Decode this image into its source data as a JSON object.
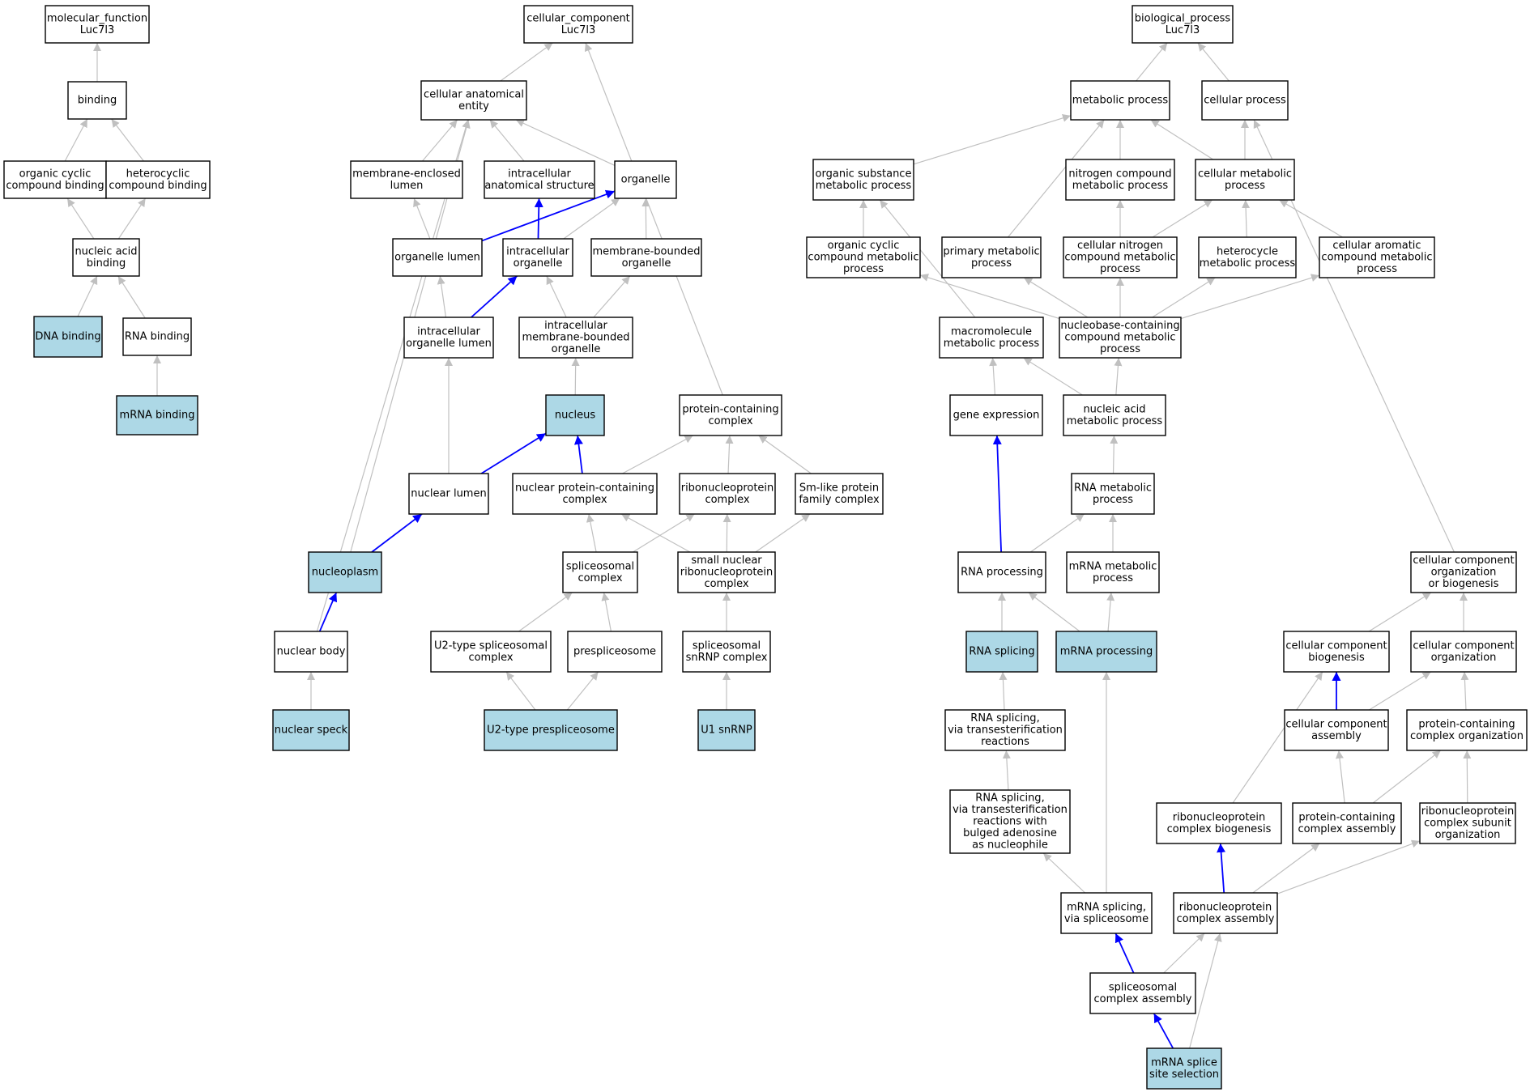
{
  "colors": {
    "highlight": "#add8e6",
    "plain": "#ffffff",
    "edge": "#c0c0c0",
    "edge_strong": "#0000ff"
  },
  "nodes": [
    {
      "id": "mf",
      "label": [
        "molecular_function",
        "Luc7l3"
      ]
    },
    {
      "id": "binding",
      "label": [
        "binding"
      ]
    },
    {
      "id": "orgcyc_bind",
      "label": [
        "organic cyclic",
        "compound binding"
      ]
    },
    {
      "id": "hetcyc_bind",
      "label": [
        "heterocyclic",
        "compound binding"
      ]
    },
    {
      "id": "na_bind",
      "label": [
        "nucleic acid",
        "binding"
      ]
    },
    {
      "id": "dna_bind",
      "label": [
        "DNA binding"
      ],
      "hl": true
    },
    {
      "id": "rna_bind",
      "label": [
        "RNA binding"
      ]
    },
    {
      "id": "mrna_bind",
      "label": [
        "mRNA binding"
      ],
      "hl": true
    },
    {
      "id": "cc",
      "label": [
        "cellular_component",
        "Luc7l3"
      ]
    },
    {
      "id": "cae",
      "label": [
        "cellular anatomical",
        "entity"
      ]
    },
    {
      "id": "mel",
      "label": [
        "membrane-enclosed",
        "lumen"
      ]
    },
    {
      "id": "ias",
      "label": [
        "intracellular",
        "anatomical structure"
      ]
    },
    {
      "id": "organelle",
      "label": [
        "organelle"
      ]
    },
    {
      "id": "org_lumen",
      "label": [
        "organelle lumen"
      ]
    },
    {
      "id": "ic_org",
      "label": [
        "intracellular",
        "organelle"
      ]
    },
    {
      "id": "mb_org",
      "label": [
        "membrane-bounded",
        "organelle"
      ]
    },
    {
      "id": "ic_org_lumen",
      "label": [
        "intracellular",
        "organelle lumen"
      ]
    },
    {
      "id": "ic_mb_org",
      "label": [
        "intracellular",
        "membrane-bounded",
        "organelle"
      ]
    },
    {
      "id": "nucleus",
      "label": [
        "nucleus"
      ],
      "hl": true
    },
    {
      "id": "pcc",
      "label": [
        "protein-containing",
        "complex"
      ]
    },
    {
      "id": "nuc_lumen",
      "label": [
        "nuclear lumen"
      ]
    },
    {
      "id": "npcc",
      "label": [
        "nuclear protein-containing",
        "complex"
      ]
    },
    {
      "id": "rnp_complex",
      "label": [
        "ribonucleoprotein",
        "complex"
      ]
    },
    {
      "id": "smlike",
      "label": [
        "Sm-like protein",
        "family complex"
      ]
    },
    {
      "id": "nucleoplasm",
      "label": [
        "nucleoplasm"
      ],
      "hl": true
    },
    {
      "id": "spl_complex",
      "label": [
        "spliceosomal",
        "complex"
      ]
    },
    {
      "id": "snrnp",
      "label": [
        "small nuclear",
        "ribonucleoprotein",
        "complex"
      ]
    },
    {
      "id": "nuc_body",
      "label": [
        "nuclear body"
      ]
    },
    {
      "id": "u2_spl",
      "label": [
        "U2-type spliceosomal",
        "complex"
      ]
    },
    {
      "id": "prespl",
      "label": [
        "prespliceosome"
      ]
    },
    {
      "id": "spl_snrnp",
      "label": [
        "spliceosomal",
        "snRNP complex"
      ]
    },
    {
      "id": "nuc_speck",
      "label": [
        "nuclear speck"
      ],
      "hl": true
    },
    {
      "id": "u2_prespl",
      "label": [
        "U2-type prespliceosome"
      ],
      "hl": true
    },
    {
      "id": "u1_snrnp",
      "label": [
        "U1 snRNP"
      ],
      "hl": true
    },
    {
      "id": "bp",
      "label": [
        "biological_process",
        "Luc7l3"
      ]
    },
    {
      "id": "met_proc",
      "label": [
        "metabolic process"
      ]
    },
    {
      "id": "cell_proc",
      "label": [
        "cellular process"
      ]
    },
    {
      "id": "org_sub_met",
      "label": [
        "organic substance",
        "metabolic process"
      ]
    },
    {
      "id": "nitro_met",
      "label": [
        "nitrogen compound",
        "metabolic process"
      ]
    },
    {
      "id": "cell_met",
      "label": [
        "cellular metabolic",
        "process"
      ]
    },
    {
      "id": "orgcyc_met",
      "label": [
        "organic cyclic",
        "compound metabolic",
        "process"
      ]
    },
    {
      "id": "prim_met",
      "label": [
        "primary metabolic",
        "process"
      ]
    },
    {
      "id": "cell_nitro_met",
      "label": [
        "cellular nitrogen",
        "compound metabolic",
        "process"
      ]
    },
    {
      "id": "hetcyc_met",
      "label": [
        "heterocycle",
        "metabolic process"
      ]
    },
    {
      "id": "cell_arom_met",
      "label": [
        "cellular aromatic",
        "compound metabolic",
        "process"
      ]
    },
    {
      "id": "macro_met",
      "label": [
        "macromolecule",
        "metabolic process"
      ]
    },
    {
      "id": "nbc_met",
      "label": [
        "nucleobase-containing",
        "compound metabolic",
        "process"
      ]
    },
    {
      "id": "gene_expr",
      "label": [
        "gene expression"
      ]
    },
    {
      "id": "na_met",
      "label": [
        "nucleic acid",
        "metabolic process"
      ]
    },
    {
      "id": "rna_met",
      "label": [
        "RNA metabolic",
        "process"
      ]
    },
    {
      "id": "rna_proc",
      "label": [
        "RNA processing"
      ]
    },
    {
      "id": "mrna_met",
      "label": [
        "mRNA metabolic",
        "process"
      ]
    },
    {
      "id": "ccob",
      "label": [
        "cellular component",
        "organization",
        "or biogenesis"
      ]
    },
    {
      "id": "rna_splicing",
      "label": [
        "RNA splicing"
      ],
      "hl": true
    },
    {
      "id": "mrna_proc",
      "label": [
        "mRNA processing"
      ],
      "hl": true
    },
    {
      "id": "ccb",
      "label": [
        "cellular component",
        "biogenesis"
      ]
    },
    {
      "id": "cco",
      "label": [
        "cellular component",
        "organization"
      ]
    },
    {
      "id": "rna_spl_trans",
      "label": [
        "RNA splicing,",
        "via transesterification",
        "reactions"
      ]
    },
    {
      "id": "cca",
      "label": [
        "cellular component",
        "assembly"
      ]
    },
    {
      "id": "pcco",
      "label": [
        "protein-containing",
        "complex organization"
      ]
    },
    {
      "id": "rna_spl_bulged",
      "label": [
        "RNA splicing,",
        "via transesterification",
        "reactions with",
        "bulged adenosine",
        "as nucleophile"
      ]
    },
    {
      "id": "rnp_biog",
      "label": [
        "ribonucleoprotein",
        "complex biogenesis"
      ]
    },
    {
      "id": "pcca",
      "label": [
        "protein-containing",
        "complex assembly"
      ]
    },
    {
      "id": "rnp_sub_org",
      "label": [
        "ribonucleoprotein",
        "complex subunit",
        "organization"
      ]
    },
    {
      "id": "mrna_spl",
      "label": [
        "mRNA splicing,",
        "via spliceosome"
      ]
    },
    {
      "id": "rnp_assembly",
      "label": [
        "ribonucleoprotein",
        "complex assembly"
      ]
    },
    {
      "id": "spl_assembly",
      "label": [
        "spliceosomal",
        "complex assembly"
      ]
    },
    {
      "id": "mrna_splice_site",
      "label": [
        "mRNA splice",
        "site selection"
      ],
      "hl": true
    }
  ],
  "edges": [
    {
      "from": "binding",
      "to": "mf"
    },
    {
      "from": "orgcyc_bind",
      "to": "binding"
    },
    {
      "from": "hetcyc_bind",
      "to": "binding"
    },
    {
      "from": "na_bind",
      "to": "orgcyc_bind"
    },
    {
      "from": "na_bind",
      "to": "hetcyc_bind"
    },
    {
      "from": "dna_bind",
      "to": "na_bind"
    },
    {
      "from": "rna_bind",
      "to": "na_bind"
    },
    {
      "from": "mrna_bind",
      "to": "rna_bind"
    },
    {
      "from": "cae",
      "to": "cc"
    },
    {
      "from": "pcc",
      "to": "cc"
    },
    {
      "from": "mel",
      "to": "cae"
    },
    {
      "from": "ias",
      "to": "cae"
    },
    {
      "from": "organelle",
      "to": "cae"
    },
    {
      "from": "nucleoplasm",
      "to": "cae"
    },
    {
      "from": "nuc_body",
      "to": "cae"
    },
    {
      "from": "org_lumen",
      "to": "mel"
    },
    {
      "from": "org_lumen",
      "to": "organelle",
      "strong": true
    },
    {
      "from": "ic_org",
      "to": "ias",
      "strong": true
    },
    {
      "from": "ic_org",
      "to": "organelle"
    },
    {
      "from": "mb_org",
      "to": "organelle"
    },
    {
      "from": "ic_org_lumen",
      "to": "org_lumen"
    },
    {
      "from": "ic_org_lumen",
      "to": "ic_org",
      "strong": true
    },
    {
      "from": "ic_mb_org",
      "to": "ic_org"
    },
    {
      "from": "ic_mb_org",
      "to": "mb_org"
    },
    {
      "from": "nucleus",
      "to": "ic_mb_org"
    },
    {
      "from": "nuc_lumen",
      "to": "ic_org_lumen"
    },
    {
      "from": "nuc_lumen",
      "to": "nucleus",
      "strong": true
    },
    {
      "from": "npcc",
      "to": "nucleus",
      "strong": true
    },
    {
      "from": "npcc",
      "to": "pcc"
    },
    {
      "from": "rnp_complex",
      "to": "pcc"
    },
    {
      "from": "smlike",
      "to": "pcc"
    },
    {
      "from": "nucleoplasm",
      "to": "nuc_lumen",
      "strong": true
    },
    {
      "from": "spl_complex",
      "to": "npcc"
    },
    {
      "from": "spl_complex",
      "to": "rnp_complex"
    },
    {
      "from": "snrnp",
      "to": "npcc"
    },
    {
      "from": "snrnp",
      "to": "rnp_complex"
    },
    {
      "from": "snrnp",
      "to": "smlike"
    },
    {
      "from": "nuc_body",
      "to": "nucleoplasm",
      "strong": true
    },
    {
      "from": "u2_spl",
      "to": "spl_complex"
    },
    {
      "from": "prespl",
      "to": "spl_complex"
    },
    {
      "from": "spl_snrnp",
      "to": "snrnp"
    },
    {
      "from": "nuc_speck",
      "to": "nuc_body"
    },
    {
      "from": "u2_prespl",
      "to": "u2_spl"
    },
    {
      "from": "u2_prespl",
      "to": "prespl"
    },
    {
      "from": "u1_snrnp",
      "to": "spl_snrnp"
    },
    {
      "from": "met_proc",
      "to": "bp"
    },
    {
      "from": "cell_proc",
      "to": "bp"
    },
    {
      "from": "org_sub_met",
      "to": "met_proc"
    },
    {
      "from": "nitro_met",
      "to": "met_proc"
    },
    {
      "from": "cell_met",
      "to": "met_proc"
    },
    {
      "from": "prim_met",
      "to": "met_proc"
    },
    {
      "from": "cell_met",
      "to": "cell_proc"
    },
    {
      "from": "ccob",
      "to": "cell_proc"
    },
    {
      "from": "orgcyc_met",
      "to": "org_sub_met"
    },
    {
      "from": "macro_met",
      "to": "org_sub_met"
    },
    {
      "from": "cell_nitro_met",
      "to": "nitro_met"
    },
    {
      "from": "cell_nitro_met",
      "to": "cell_met"
    },
    {
      "from": "hetcyc_met",
      "to": "cell_met"
    },
    {
      "from": "cell_arom_met",
      "to": "cell_met"
    },
    {
      "from": "nbc_met",
      "to": "orgcyc_met"
    },
    {
      "from": "nbc_met",
      "to": "prim_met"
    },
    {
      "from": "nbc_met",
      "to": "cell_nitro_met"
    },
    {
      "from": "nbc_met",
      "to": "hetcyc_met"
    },
    {
      "from": "nbc_met",
      "to": "cell_arom_met"
    },
    {
      "from": "gene_expr",
      "to": "macro_met"
    },
    {
      "from": "na_met",
      "to": "macro_met"
    },
    {
      "from": "na_met",
      "to": "nbc_met"
    },
    {
      "from": "rna_met",
      "to": "na_met"
    },
    {
      "from": "rna_proc",
      "to": "gene_expr",
      "strong": true
    },
    {
      "from": "rna_proc",
      "to": "rna_met"
    },
    {
      "from": "mrna_met",
      "to": "rna_met"
    },
    {
      "from": "rna_splicing",
      "to": "rna_proc"
    },
    {
      "from": "mrna_proc",
      "to": "rna_proc"
    },
    {
      "from": "mrna_proc",
      "to": "mrna_met"
    },
    {
      "from": "rna_spl_trans",
      "to": "rna_splicing"
    },
    {
      "from": "rna_spl_bulged",
      "to": "rna_spl_trans"
    },
    {
      "from": "mrna_spl",
      "to": "rna_spl_bulged"
    },
    {
      "from": "mrna_spl",
      "to": "mrna_proc"
    },
    {
      "from": "ccb",
      "to": "ccob"
    },
    {
      "from": "cco",
      "to": "ccob"
    },
    {
      "from": "cca",
      "to": "ccb",
      "strong": true
    },
    {
      "from": "cca",
      "to": "cco"
    },
    {
      "from": "pcco",
      "to": "cco"
    },
    {
      "from": "rnp_biog",
      "to": "ccb"
    },
    {
      "from": "pcca",
      "to": "cca"
    },
    {
      "from": "pcca",
      "to": "pcco"
    },
    {
      "from": "rnp_sub_org",
      "to": "pcco"
    },
    {
      "from": "rnp_assembly",
      "to": "rnp_biog",
      "strong": true
    },
    {
      "from": "rnp_assembly",
      "to": "pcca"
    },
    {
      "from": "rnp_assembly",
      "to": "rnp_sub_org"
    },
    {
      "from": "spl_assembly",
      "to": "mrna_spl",
      "strong": true
    },
    {
      "from": "spl_assembly",
      "to": "rnp_assembly"
    },
    {
      "from": "mrna_splice_site",
      "to": "spl_assembly",
      "strong": true
    },
    {
      "from": "mrna_splice_site",
      "to": "rnp_assembly"
    }
  ]
}
